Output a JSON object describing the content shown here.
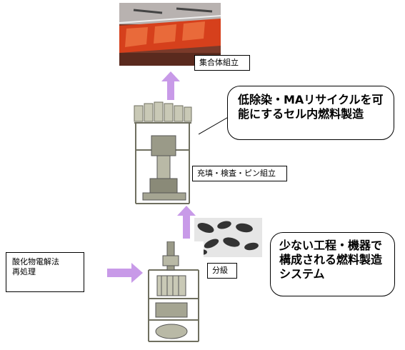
{
  "labels": {
    "assembly": "集合体組立",
    "filling": "充填・検査・ピン組立",
    "classification": "分級",
    "reprocessing_line1": "酸化物電解法",
    "reprocessing_line2": "再処理"
  },
  "callouts": {
    "cell_fuel_line1": "低除染・MAリサイクルを可",
    "cell_fuel_line2": "能にするセル内燃料製造",
    "system_line1": "少ない工程・機器で",
    "system_line2": "構成される燃料製造",
    "system_line3": "システム"
  },
  "colors": {
    "arrow": "#c89ae8",
    "machine_steel": "#b9b9a6",
    "machine_dark": "#6f6f5f",
    "assembly_orange": "#d6401c"
  }
}
